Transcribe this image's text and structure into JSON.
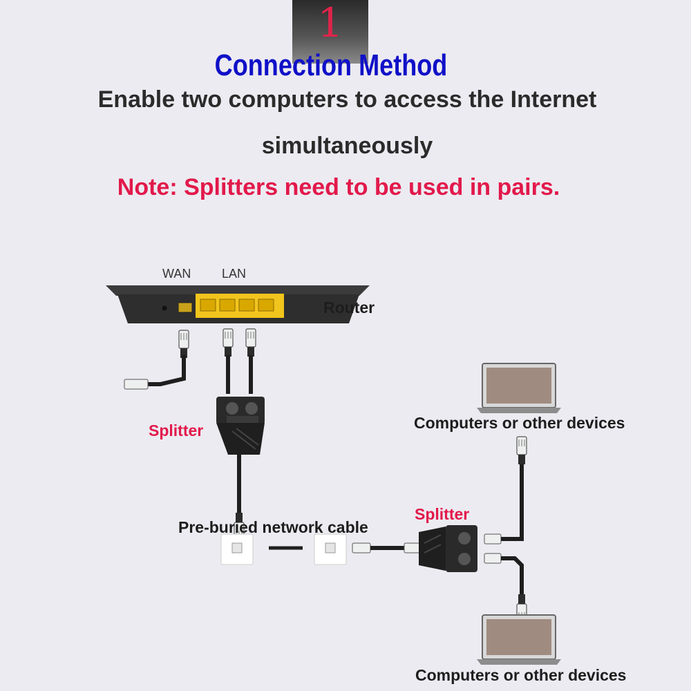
{
  "header": {
    "step_number": "1",
    "title": "Connection Method",
    "subtitle_line1": "Enable two computers to access the Internet",
    "subtitle_line2": "simultaneously",
    "note": "Note: Splitters need to be used in pairs."
  },
  "diagram": {
    "wan_label": "WAN",
    "lan_label": "LAN",
    "router_label": "Router",
    "splitter_label_left": "Splitter",
    "splitter_label_right": "Splitter",
    "cable_label": "Pre-buried network cable",
    "device_label_top": "Computers or other devices",
    "device_label_bottom": "Computers or other devices",
    "colors": {
      "title_blue": "#1010c8",
      "note_red": "#e2194b",
      "lan_ports_yellow": "#f2c51d",
      "background": "#ecebf1"
    },
    "icons": [
      "router-icon",
      "splitter-icon",
      "wall-socket-icon",
      "laptop-icon",
      "ethernet-plug-icon"
    ]
  }
}
